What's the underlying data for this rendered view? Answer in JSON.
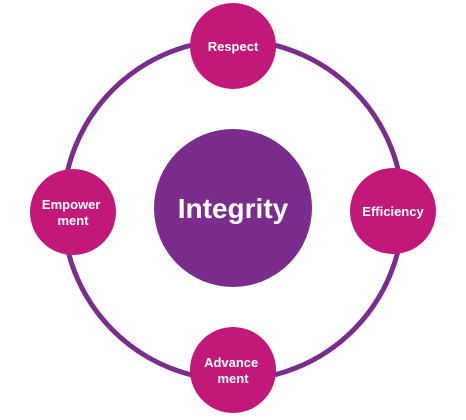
{
  "center": {
    "label": "Integrity",
    "color": "#7b2d8e"
  },
  "ring": {
    "color": "#7b2d8e"
  },
  "nodes": [
    {
      "id": "top",
      "lines": [
        "Respect"
      ],
      "color": "#c2187a"
    },
    {
      "id": "right",
      "lines": [
        "Efficiency"
      ],
      "color": "#c2187a"
    },
    {
      "id": "bottom",
      "lines": [
        "Advance",
        "ment"
      ],
      "color": "#c2187a"
    },
    {
      "id": "left",
      "lines": [
        "Empower",
        "ment"
      ],
      "color": "#c2187a"
    }
  ]
}
